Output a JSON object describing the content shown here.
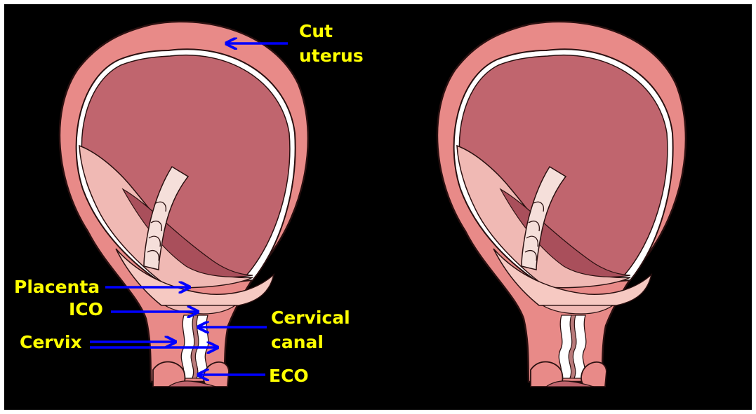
{
  "colors": {
    "background": "#000000",
    "frame": "#ffffff",
    "label_text": "#ffff00",
    "arrow": "#0000ff",
    "uterus_wall": "#e88a88",
    "uterus_outline": "#2a1010",
    "cavity": "#c0656e",
    "membrane": "#f0b9b4",
    "placenta": "#f6c9c2",
    "cord": "#f5dfda",
    "cervical_tissue": "#b97a7a"
  },
  "labels": {
    "cut_uterus_line1": "Cut",
    "cut_uterus_line2": "uterus",
    "placenta": "Placenta",
    "ico": "ICO",
    "cervical_canal_line1": "Cervical",
    "cervical_canal_line2": "canal",
    "cervix": "Cervix",
    "eco": "ECO"
  }
}
